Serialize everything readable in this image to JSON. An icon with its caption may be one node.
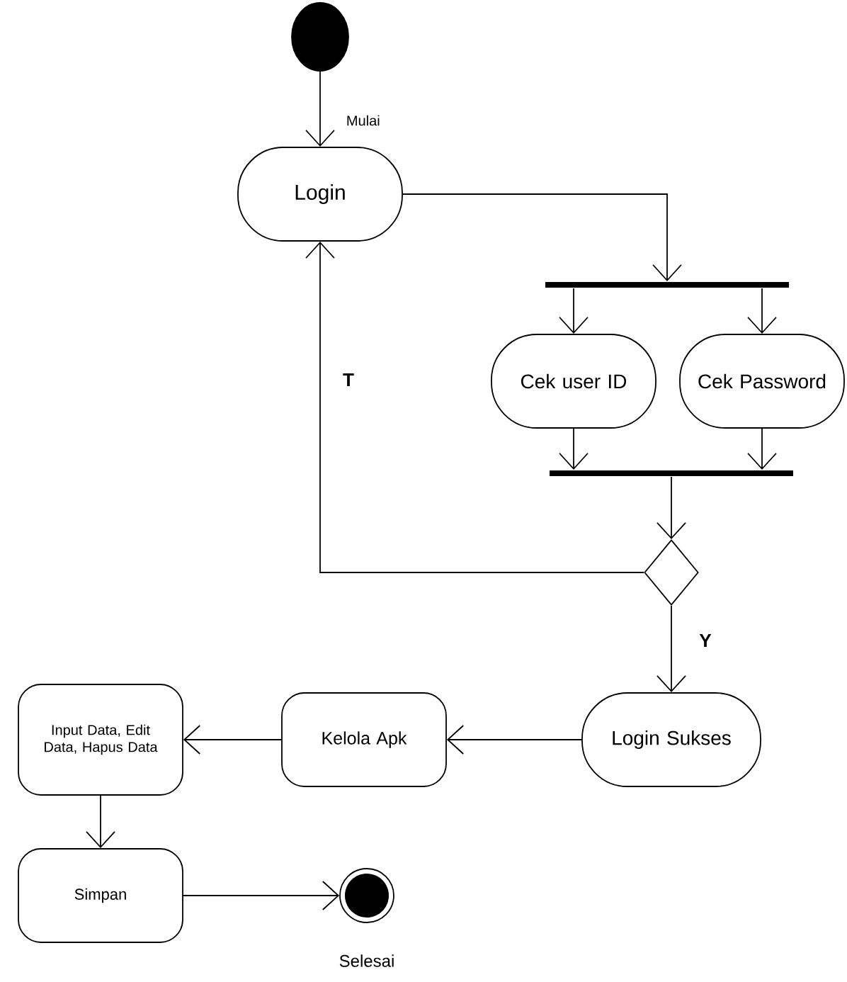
{
  "diagram": {
    "nodes": [
      {
        "text": [],
        "shape": "circle"
      },
      {
        "text": [
          "Login"
        ]
      },
      {
        "text": [],
        "shape": "bar"
      },
      {
        "text": [
          "Cek user ID"
        ]
      },
      {
        "text": [
          "Cek Password"
        ]
      },
      {
        "text": [],
        "shape": "bar"
      },
      {
        "text": [],
        "shape": "diamond"
      },
      {
        "text": [
          "Login Sukses"
        ]
      },
      {
        "text": [
          "Kelola Apk"
        ]
      },
      {
        "text": [
          "Input Data, Edit Data, Hapus Data"
        ]
      },
      {
        "text": [
          "Simpan"
        ]
      },
      {
        "text": [],
        "shape": "bullseye",
        "beside": [
          "Selesai"
        ]
      }
    ],
    "edges": [
      {
        "from": 0,
        "to": 1,
        "arrow": "to",
        "label": "Mulai"
      },
      {
        "from": 1,
        "to": 2,
        "arrow": "to"
      },
      {
        "from": 2,
        "to": 3,
        "arrow": "to"
      },
      {
        "from": 2,
        "to": 4,
        "arrow": "to"
      },
      {
        "from": 3,
        "to": 5,
        "arrow": "to"
      },
      {
        "from": 4,
        "to": 5,
        "arrow": "to"
      },
      {
        "from": 5,
        "to": 6,
        "arrow": "to"
      },
      {
        "from": 6,
        "to": 1,
        "arrow": "to",
        "label": "T"
      },
      {
        "from": 6,
        "to": 7,
        "arrow": "to",
        "label": "Y"
      },
      {
        "from": 7,
        "to": 8,
        "arrow": "to"
      },
      {
        "from": 8,
        "to": 9,
        "arrow": "to"
      },
      {
        "from": 9,
        "to": 10,
        "arrow": "to"
      },
      {
        "from": 10,
        "to": 11,
        "arrow": "to"
      }
    ]
  }
}
